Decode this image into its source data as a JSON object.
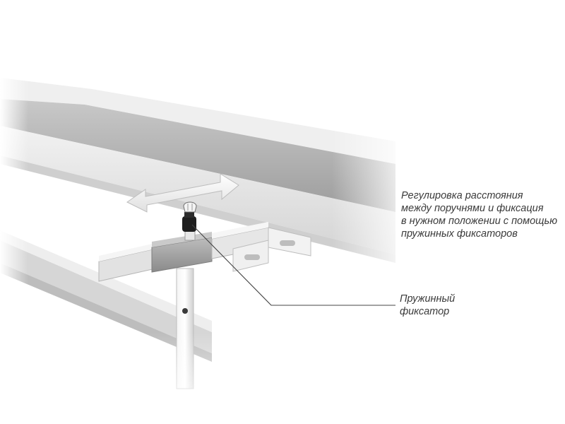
{
  "callouts": {
    "distance_adjustment": {
      "lines": [
        "Регулировка расстояния",
        "между поручнями и фиксация",
        "в нужном положении с помощью",
        "пружинных фиксаторов"
      ]
    },
    "spring_latch": {
      "lines": [
        "Пружинный",
        "фиксатор"
      ]
    }
  },
  "colors": {
    "background": "#ffffff",
    "rail_top": "#b8b8b8",
    "rail_dark": "#8e8e8e",
    "rail_light": "#e6e6e6",
    "bracket": "#a4a4a4",
    "latch_knob": "#222222",
    "leader_line": "#444444",
    "text": "#3a3a3a"
  },
  "icons": {
    "adjustment_arrow": "double-headed-arrow-icon",
    "latch": "spring-latch-icon"
  }
}
